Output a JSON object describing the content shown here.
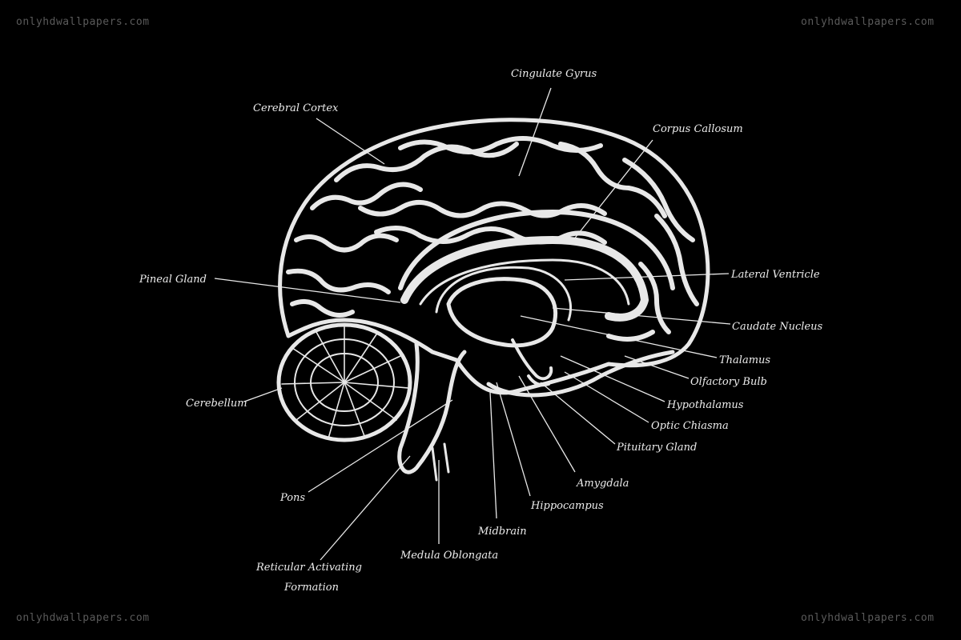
{
  "watermarks": {
    "top_left": "onlyhdwallpapers.com",
    "top_right": "onlyhdwallpapers.com",
    "bottom_left": "onlyhdwallpapers.com",
    "bottom_right": "onlyhdwallpapers.com"
  },
  "colors": {
    "background": "#000000",
    "drawing": "#e8e8e8",
    "watermark": "#5a5a5a"
  },
  "labels": {
    "cingulate_gyrus": "Cingulate Gyrus",
    "cerebral_cortex": "Cerebral Cortex",
    "corpus_callosum": "Corpus Callosum",
    "pineal_gland": "Pineal Gland",
    "lateral_ventricle": "Lateral Ventricle",
    "caudate_nucleus": "Caudate Nucleus",
    "thalamus": "Thalamus",
    "olfactory_bulb": "Olfactory Bulb",
    "hypothalamus": "Hypothalamus",
    "optic_chiasma": "Optic Chiasma",
    "pituitary_gland": "Pituitary Gland",
    "cerebellum": "Cerebellum",
    "amygdala": "Amygdala",
    "hippocampus": "Hippocampus",
    "pons": "Pons",
    "midbrain": "Midbrain",
    "reticular_line1": "Reticular Activating",
    "reticular_line2": "Formation",
    "medula_oblongata": "Medula Oblongata"
  }
}
